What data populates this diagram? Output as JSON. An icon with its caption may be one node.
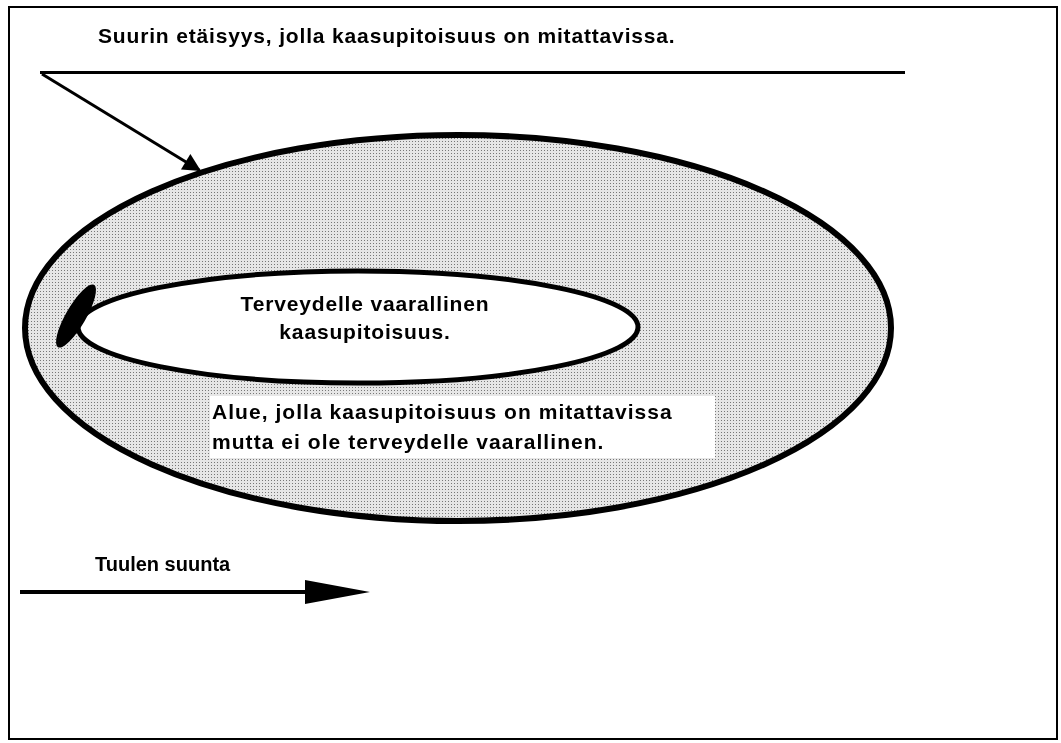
{
  "diagram": {
    "nodes": [
      {
        "text": [
          "Suurin etäisyys, jolla kaasupitoisuus on mitattavissa."
        ]
      },
      {
        "text": [
          "Alue, jolla kaasupitoisuus on mitattavissa mutta ei ole terveydelle vaarallinen."
        ]
      },
      {
        "text": [
          "Terveydelle vaarallinen kaasupitoisuus."
        ],
        "in": 1
      }
    ],
    "edges": [
      {
        "from": 0,
        "to": 1,
        "arrow": "to"
      }
    ],
    "labels": [
      "Tuulen suunta"
    ]
  }
}
